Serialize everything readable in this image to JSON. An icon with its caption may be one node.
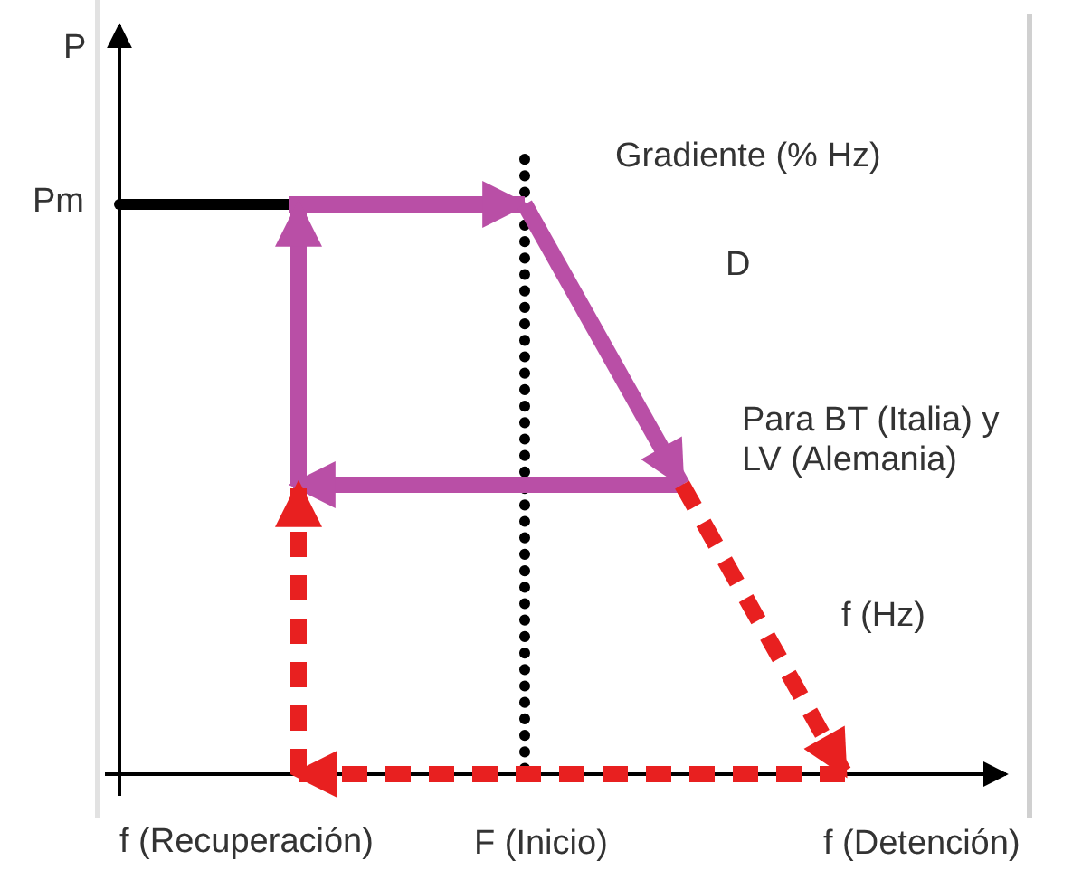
{
  "diagram": {
    "labels": [
      "P",
      "Pm",
      "Gradiente (% Hz)",
      "D",
      "Para BT (Italia) y LV (Alemania)",
      "f (Hz)",
      "f (Recuperación)",
      "F (Inicio)",
      "f (Detención)"
    ]
  }
}
